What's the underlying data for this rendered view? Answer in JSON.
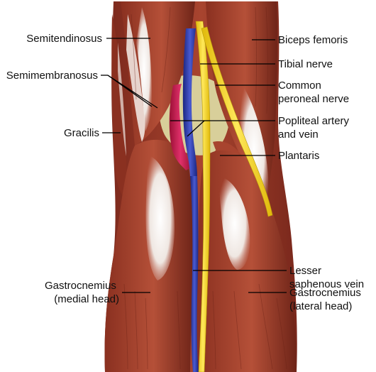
{
  "colors": {
    "muscle": "#9c3a2c",
    "muscle_dark": "#6e2418",
    "muscle_light": "#b85a44",
    "tendon": "#f1ebe6",
    "fat": "#d8cf9a",
    "artery": "#c8194a",
    "vein": "#2a3aa8",
    "nerve": "#f3d21a",
    "nerve_edge": "#b89a0a",
    "leader": "#000000",
    "text": "#111111"
  },
  "labels": {
    "semitendinosus": [
      "Semitendinosus"
    ],
    "semimembranosus": [
      "Semimembranosus"
    ],
    "gracilis": [
      "Gracilis"
    ],
    "gastrocnemius_medial": [
      "Gastrocnemius",
      "(medial head)"
    ],
    "biceps_femoris": [
      "Biceps femoris"
    ],
    "tibial_nerve": [
      "Tibial nerve"
    ],
    "common_peroneal_nerve": [
      "Common",
      "peroneal nerve"
    ],
    "popliteal_artery_vein": [
      "Popliteal artery",
      "and vein"
    ],
    "plantaris": [
      "Plantaris"
    ],
    "lesser_saphenous_vein": [
      "Lesser",
      "saphenous vein"
    ],
    "gastrocnemius_lateral": [
      "Gastrocnemius",
      "(lateral head)"
    ]
  }
}
